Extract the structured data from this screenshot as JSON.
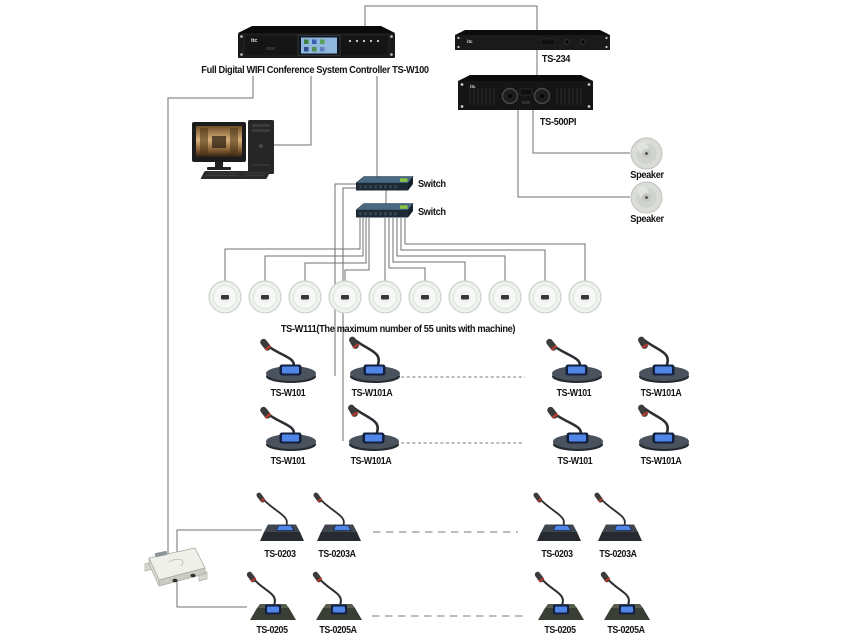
{
  "diagram": {
    "brand": "itc",
    "controller": {
      "caption": "Full Digital WIFI Conference System Controller TS-W100"
    },
    "rack_units": [
      {
        "caption": "TS-234"
      },
      {
        "caption": "TS-500PI"
      }
    ],
    "speakers": [
      {
        "caption": "Speaker"
      },
      {
        "caption": "Speaker"
      }
    ],
    "switches": [
      {
        "caption": "Switch"
      },
      {
        "caption": "Switch"
      }
    ],
    "ceiling_units": {
      "count": 10,
      "caption": "TS-W111(The maximum number of 55 units with machine)"
    },
    "mic_rows": [
      {
        "labels": [
          "TS-W101",
          "TS-W101A",
          "TS-W101",
          "TS-W101A"
        ]
      },
      {
        "labels": [
          "TS-W101",
          "TS-W101A",
          "TS-W101",
          "TS-W101A"
        ]
      },
      {
        "labels": [
          "TS-0203",
          "TS-0203A",
          "TS-0203",
          "TS-0203A"
        ]
      },
      {
        "labels": [
          "TS-0205",
          "TS-0205A",
          "TS-0205",
          "TS-0205A"
        ]
      }
    ],
    "colors": {
      "cable_line": "#6f6f6f",
      "rack_black": "#161616",
      "screen_blue": "#4f86e8",
      "led_green": "#8cc63f",
      "switch_top": "#4a6a84",
      "switch_front": "#1d2a36",
      "mic_head_band_red": "#b23b30"
    }
  }
}
